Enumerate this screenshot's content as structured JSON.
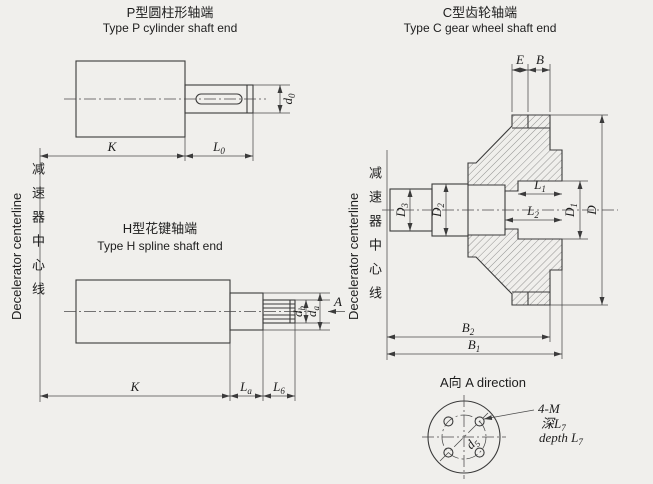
{
  "background": "#f0efec",
  "line_color": "#3b3b3b",
  "sections": {
    "type_p": {
      "title_zh": "P型圆柱形轴端",
      "title_en": "Type P cylinder shaft end"
    },
    "type_h": {
      "title_zh": "H型花键轴端",
      "title_en": "Type H spline shaft end"
    },
    "type_c": {
      "title_zh": "C型齿轮轴端",
      "title_en": "Type C gear wheel shaft end"
    },
    "a_view": {
      "title": "A向  A direction",
      "bolt_spec": "4-M",
      "depth_zh": {
        "base": "深L",
        "sub": "7"
      },
      "depth_en": {
        "base": "depth L",
        "sub": "7"
      }
    },
    "centerline": {
      "en": "Decelerator centerline",
      "zh": "减速器中心线"
    }
  },
  "dims": {
    "d0": {
      "base": "d",
      "sub": "0"
    },
    "K": {
      "base": "K",
      "sub": ""
    },
    "L0": {
      "base": "L",
      "sub": "0"
    },
    "A": {
      "base": "A",
      "sub": ""
    },
    "db": {
      "base": "d",
      "sub": "b"
    },
    "da": {
      "base": "d",
      "sub": "a"
    },
    "La": {
      "base": "L",
      "sub": "a"
    },
    "L6": {
      "base": "L",
      "sub": "6"
    },
    "E": {
      "base": "E",
      "sub": ""
    },
    "B": {
      "base": "B",
      "sub": ""
    },
    "L1": {
      "base": "L",
      "sub": "1"
    },
    "L2": {
      "base": "L",
      "sub": "2"
    },
    "D3": {
      "base": "D",
      "sub": "3"
    },
    "D2": {
      "base": "D",
      "sub": "2"
    },
    "D1": {
      "base": "D",
      "sub": "1"
    },
    "D": {
      "base": "D",
      "sub": ""
    },
    "B2": {
      "base": "B",
      "sub": "2"
    },
    "B1": {
      "base": "B",
      "sub": "1"
    },
    "d5": {
      "base": "d",
      "sub": "5"
    }
  }
}
